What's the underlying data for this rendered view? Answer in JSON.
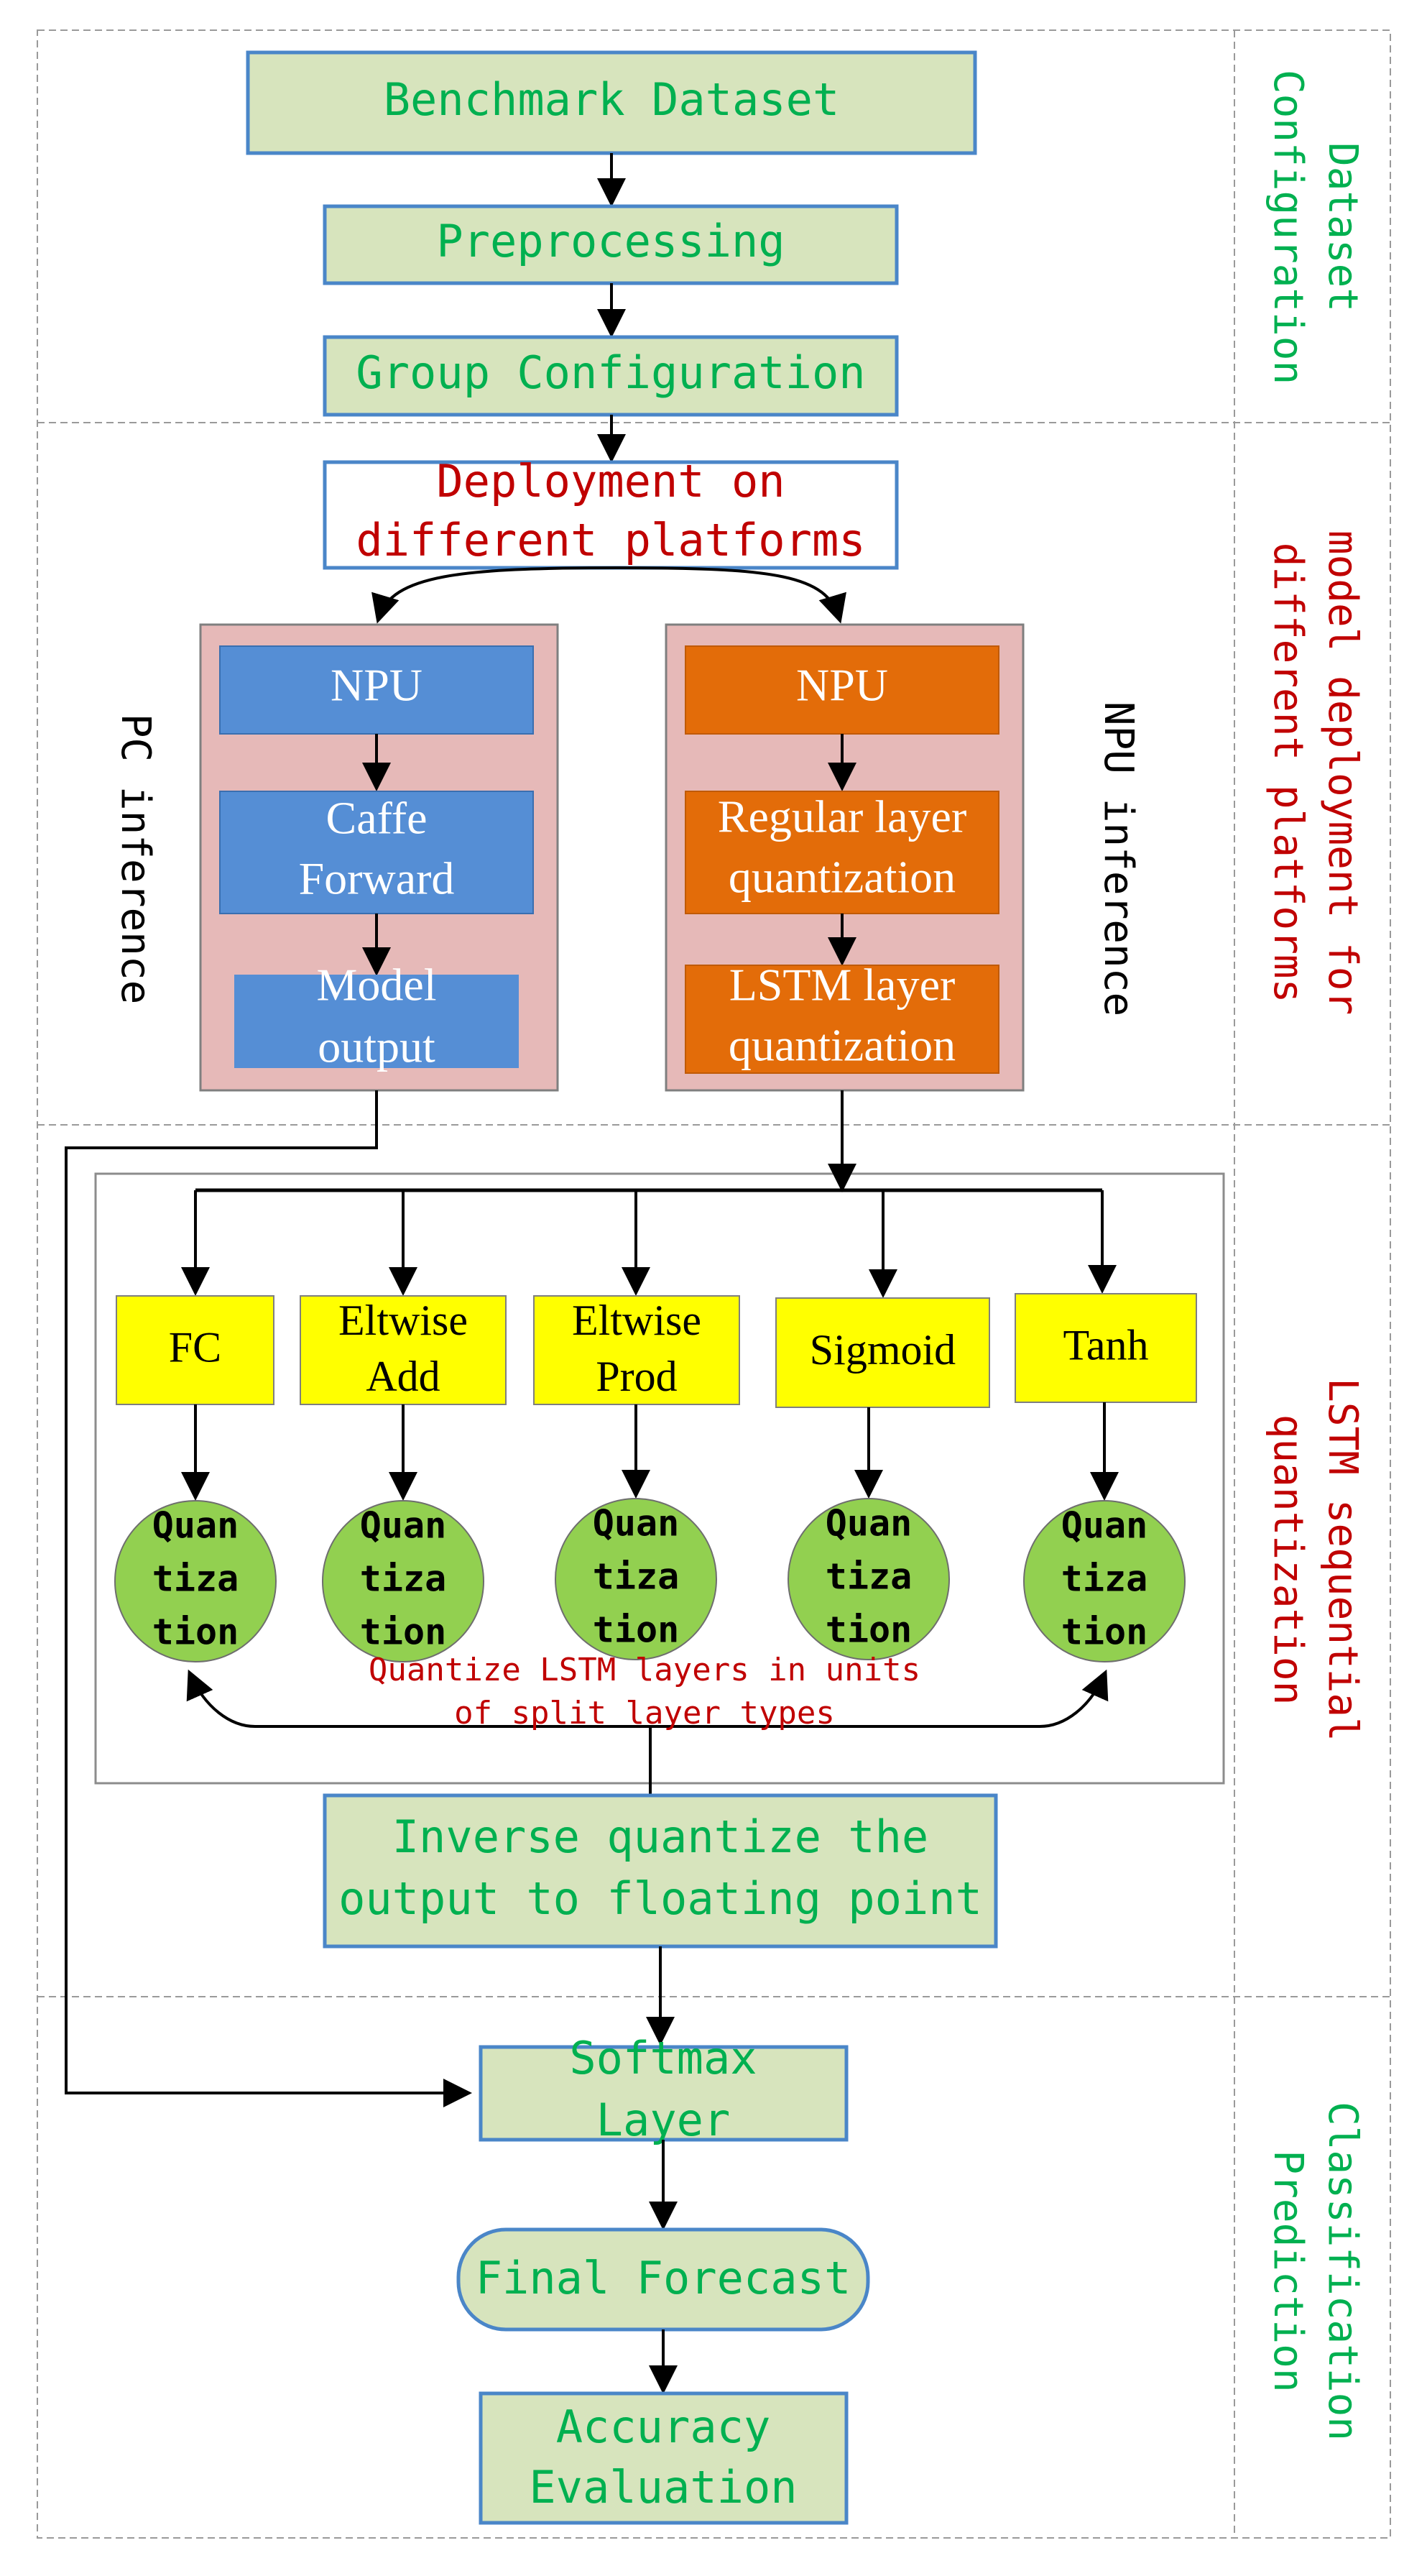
{
  "sections": {
    "dataset_configuration": "Dataset Configuration",
    "model_deployment": "model deployment for different platforms",
    "lstm_quantization": "LSTM sequential quantization",
    "classification_prediction": "Classification Prediction"
  },
  "boxes": {
    "benchmark_dataset": "Benchmark Dataset",
    "preprocessing": "Preprocessing",
    "group_configuration": "Group Configuration",
    "deployment_line1": "Deployment on",
    "deployment_line2": "different platforms",
    "inverse_line1": "Inverse quantize the",
    "inverse_line2": "output to floating point",
    "softmax_line1": "Softmax",
    "softmax_line2": "Layer",
    "final_forecast": "Final Forecast",
    "accuracy_line1": "Accuracy",
    "accuracy_line2": "Evaluation"
  },
  "pc_panel": {
    "side_label": "PC inference",
    "npu": "NPU",
    "caffe_line1": "Caffe",
    "caffe_line2": "Forward",
    "model_line1": "Model",
    "model_line2": "output"
  },
  "npu_panel": {
    "side_label": "NPU inference",
    "npu": "NPU",
    "regular_line1": "Regular layer",
    "regular_line2": "quantization",
    "lstm_line1": "LSTM layer",
    "lstm_line2": "quantization"
  },
  "layer_types": [
    {
      "line1": "FC",
      "line2": ""
    },
    {
      "line1": "Eltwise",
      "line2": "Add"
    },
    {
      "line1": "Eltwise",
      "line2": "Prod"
    },
    {
      "line1": "Sigmoid",
      "line2": ""
    },
    {
      "line1": "Tanh",
      "line2": ""
    }
  ],
  "quant_circle": {
    "line1": "Quan",
    "line2": "tiza",
    "line3": "tion"
  },
  "quantize_note": {
    "line1": "Quantize LSTM layers in units",
    "line2": "of split layer types"
  },
  "colors": {
    "green_box_fill": "#d7e4bd",
    "green_box_stroke": "#4a86c8",
    "green_text": "#00b050",
    "red_text": "#c00000",
    "pc_blue": "#558ed5",
    "npu_orange": "#e36c09",
    "panel_pink": "#e6b9b8",
    "layer_yellow": "#ffff00",
    "circle_green": "#92d050"
  }
}
